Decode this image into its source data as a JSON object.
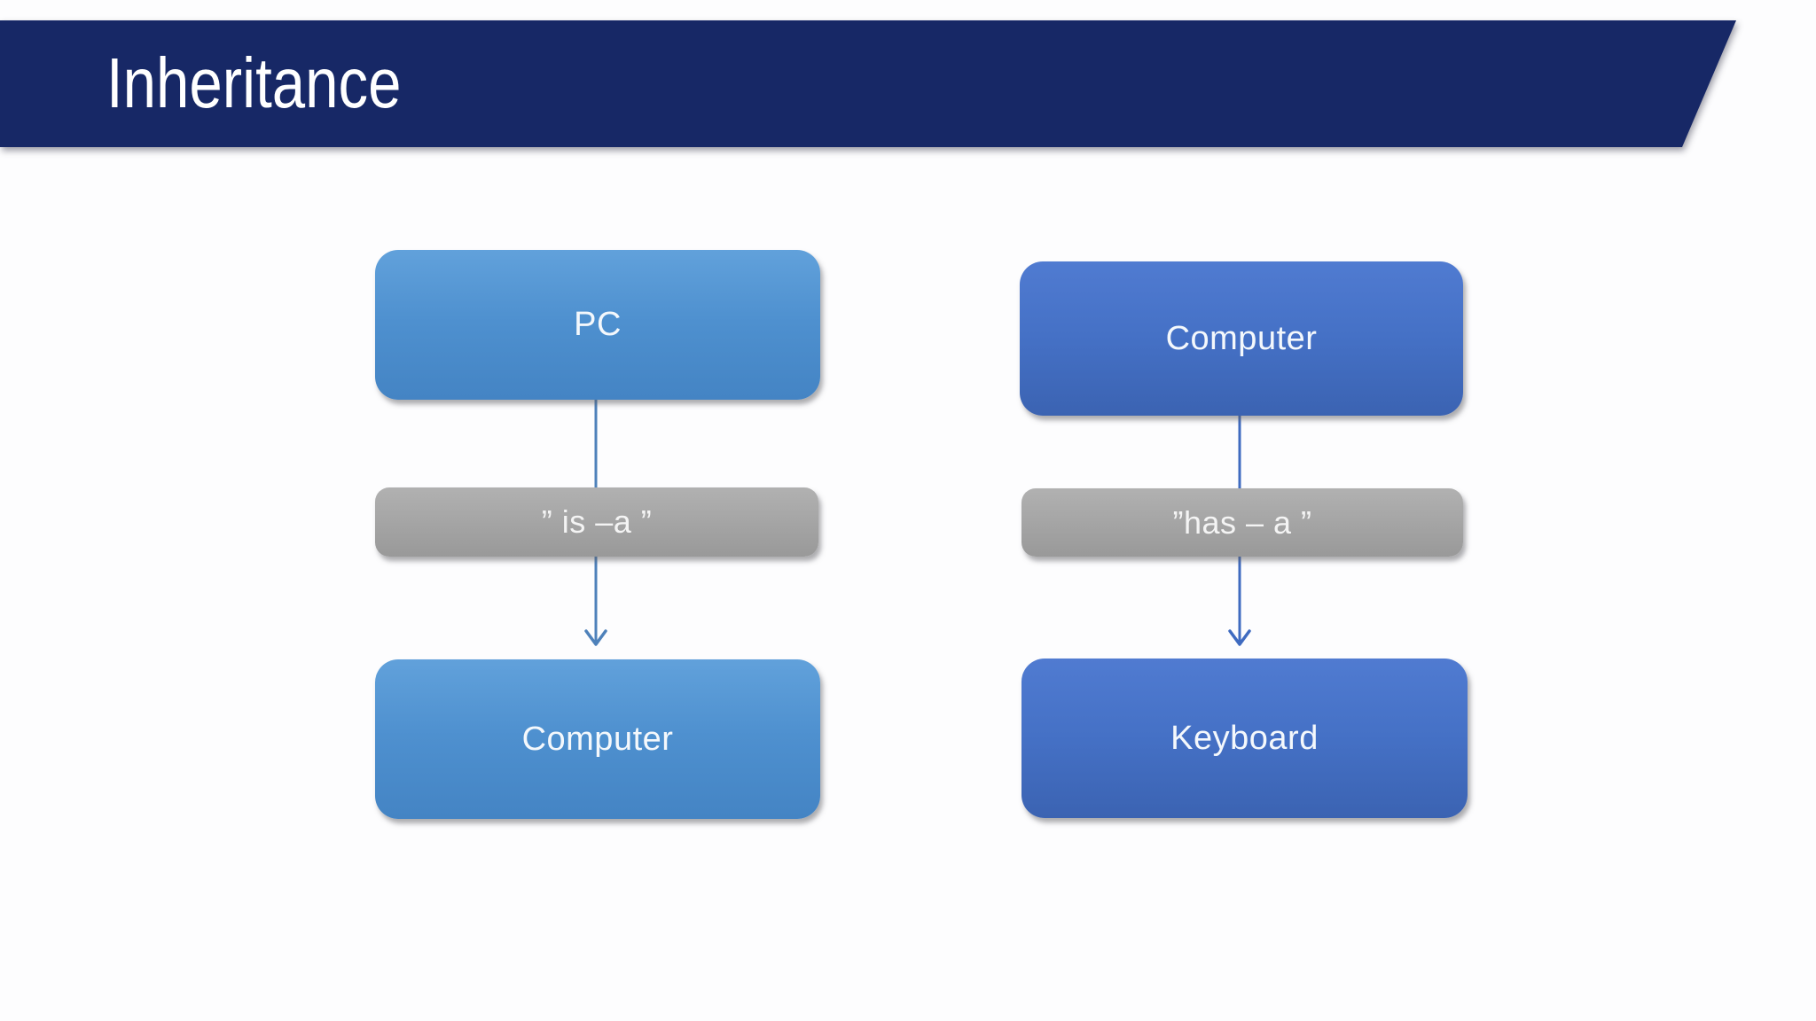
{
  "slide": {
    "title": "Inheritance",
    "colors": {
      "title_band_navy": "#172866",
      "title_text": "#FFFFFF",
      "left_diagram_blue": "#4E90CF",
      "right_diagram_blue": "#4571C6",
      "relation_gray": "#A5A5A5",
      "left_connector_blue": "#4E81BA",
      "right_connector_blue": "#3F6BC0",
      "background": "#FDFDFE"
    }
  },
  "diagrams": [
    {
      "name": "is-a relationship",
      "parent": "PC",
      "relation": "” is –a ”",
      "child": "Computer"
    },
    {
      "name": "has-a relationship",
      "parent": "Computer",
      "relation": "”has – a ”",
      "child": "Keyboard"
    }
  ]
}
